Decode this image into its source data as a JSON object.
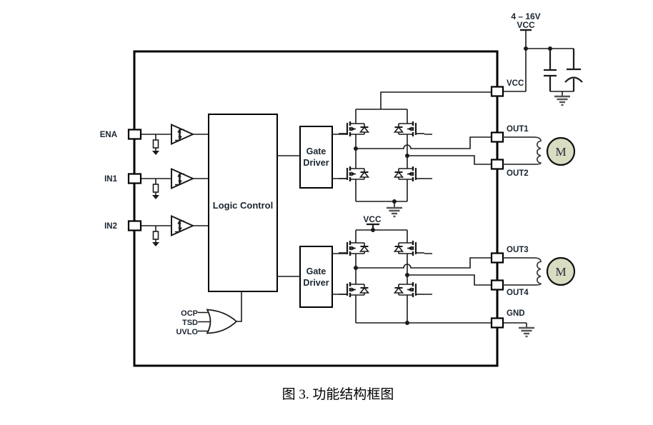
{
  "diagram": {
    "caption": "图 3. 功能结构框图",
    "supply": {
      "voltage_range": "4 – 16V",
      "rail_label": "VCC"
    },
    "pins": {
      "left": [
        {
          "name": "ENA"
        },
        {
          "name": "IN1"
        },
        {
          "name": "IN2"
        }
      ],
      "right": [
        {
          "name": "VCC"
        },
        {
          "name": "OUT1"
        },
        {
          "name": "OUT2"
        },
        {
          "name": "OUT3"
        },
        {
          "name": "OUT4"
        },
        {
          "name": "GND"
        }
      ]
    },
    "blocks": {
      "logic_control": "Logic Control",
      "gate_driver_line1": "Gate",
      "gate_driver_line2": "Driver"
    },
    "internal_labels": {
      "bridge2_vcc": "VCC"
    },
    "protection_signals": [
      "OCP",
      "TSD",
      "UVLO"
    ],
    "motor_label": "M",
    "colors": {
      "motor_fill": "#d8dcc1",
      "text": "#1b2531",
      "line": "#1a1a1a"
    }
  }
}
